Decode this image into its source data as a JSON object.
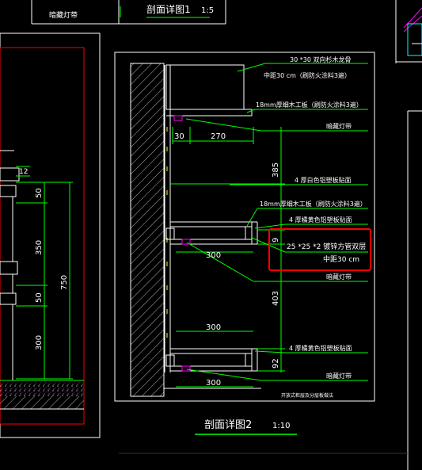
{
  "colors": {
    "background": "#000000",
    "frame": "#ffffff",
    "dimension": "#00ff00",
    "leader": "#00ff00",
    "annotation": "#ffffff",
    "highlight_box": "#ff0000",
    "title_underline": "#00ff00",
    "cyan": "#00ffff",
    "magenta": "#ff00ff",
    "yellow": "#ffff00"
  },
  "titles": {
    "top_section_title": "剖面详图1",
    "top_section_scale": "1:5",
    "main_section_title": "剖面详图2",
    "main_section_scale": "1:10",
    "top_left_label": "暗藏灯带",
    "footer_note": "开放式柜层及分层板做法"
  },
  "annotations": {
    "a1": "30 *30 双向杉木龙骨",
    "a2": "中距30 cm（刷防火涂料3遍）",
    "a3": "18mm厚细木工板（刷防火涂料3遍）",
    "a4": "暗藏灯带",
    "a5": "4 厚白色铝塑板贴面",
    "a6": "18mm厚细木工板（刷防火涂料3遍）",
    "a7": "4 厚橘黄色铝塑板贴面",
    "a8": "25 *25 *2 镀锌方管双层",
    "a9": "中距30 cm",
    "a10": "暗藏灯带",
    "a11": "4 厚橘黄色铝塑板贴面",
    "a12": "暗藏灯带"
  },
  "dimensions": {
    "d_30": "30",
    "d_270": "270",
    "d_385": "385",
    "d_9": "9",
    "d_300_a": "300",
    "d_403": "403",
    "d_300_b": "300",
    "d_92": "92",
    "d_300_c": "300"
  },
  "left_dimensions": {
    "l_12": "12",
    "l_50_a": "50",
    "l_350": "350",
    "l_750": "750",
    "l_50_b": "50",
    "l_300": "300"
  }
}
